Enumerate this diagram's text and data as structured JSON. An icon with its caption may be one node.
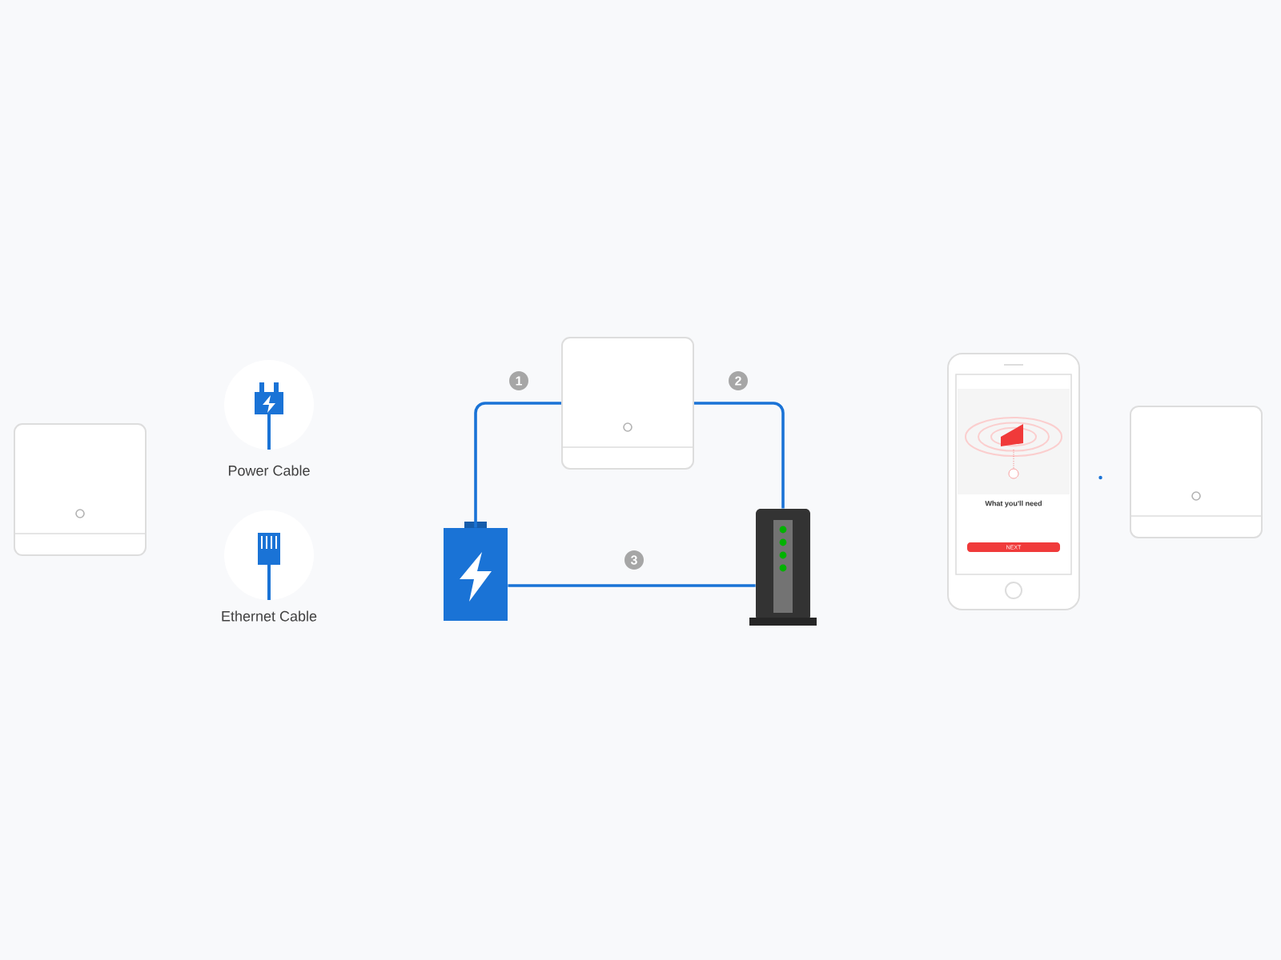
{
  "diagram": {
    "nodes": [
      {
        "text": [],
        "shape": "box"
      },
      {
        "text": [
          "Power Cable"
        ]
      },
      {
        "text": [
          "Ethernet Cable"
        ]
      },
      {
        "text": [],
        "shape": "box"
      },
      {
        "text": [],
        "shape": "picture"
      },
      {
        "text": [],
        "shape": "picture"
      },
      {
        "text": [
          "What you'll need",
          "NEXT"
        ]
      },
      {
        "text": [],
        "shape": "box"
      }
    ],
    "edges": [
      {
        "from": 4,
        "to": 3,
        "arrow": "none",
        "label": "1"
      },
      {
        "from": 3,
        "to": 5,
        "arrow": "none",
        "label": "2"
      },
      {
        "from": 4,
        "to": 5,
        "arrow": "none",
        "label": "3"
      },
      {
        "from": 6,
        "to": 7,
        "arrow": "none",
        "style": "dashed"
      }
    ]
  }
}
